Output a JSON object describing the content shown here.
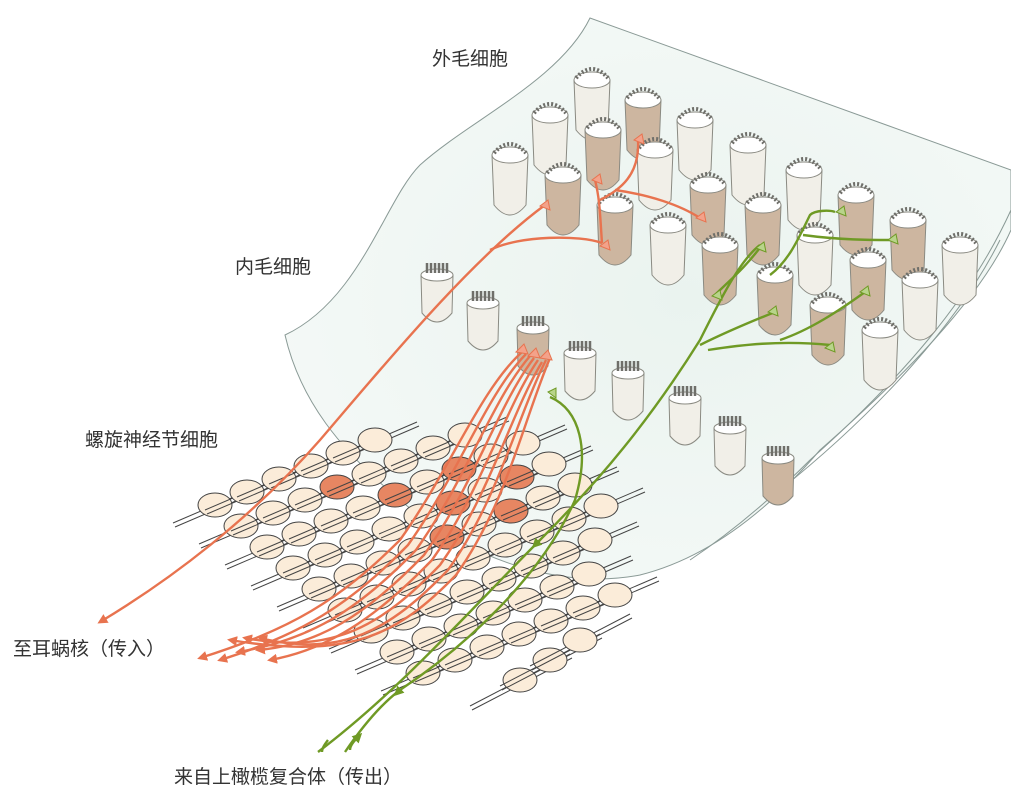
{
  "labels": {
    "outer_hair_cells": "外毛细胞",
    "inner_hair_cells": "内毛细胞",
    "spiral_ganglion_cells": "螺旋神经节细胞",
    "to_cochlear_nucleus": "至耳蜗核（传入）",
    "from_superior_olive": "来自上橄榄复合体（传出）"
  },
  "colors": {
    "afferent": "#e8734f",
    "efferent": "#6f9a25",
    "membrane": "#eef5f2",
    "soma": "#fbecd9",
    "soma_highlight": "#e78662",
    "hair_cell_light": "#f1efe8",
    "hair_cell_dark": "#cdb6a0"
  }
}
